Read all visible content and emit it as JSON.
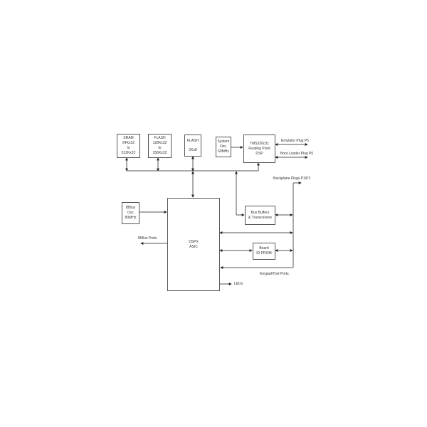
{
  "diagram": {
    "blocks": {
      "sram": {
        "lines": [
          "SRAM",
          "64Kx32",
          "to",
          "512Kx32"
        ]
      },
      "flash1": {
        "lines": [
          "FLASH",
          "128Kx32",
          "to",
          "256Kx32"
        ]
      },
      "flash2": {
        "lines": [
          "FLASH",
          "",
          "2Kx8"
        ]
      },
      "sysosc": {
        "lines": [
          "System",
          "Osc.",
          "60MHz"
        ]
      },
      "dsp": {
        "lines": [
          "TMS320c31",
          "Floating Point",
          "DSP"
        ]
      },
      "ibbus_osc": {
        "lines": [
          "IBBus",
          "Osc",
          "80MHz"
        ]
      },
      "dspx": {
        "lines": [
          "DSPX",
          "ASIC"
        ]
      },
      "bus_buffers": {
        "lines": [
          "Bus Buffers",
          "& Transceivers"
        ]
      },
      "board_prom": {
        "lines": [
          "Board",
          "ID PROM"
        ]
      }
    },
    "labels": {
      "emulator": "Emulator Plug P5",
      "bootloader": "Boot Loader Plug P6",
      "backplane": "Backplane Plugs P1/P2",
      "ibbus_ports": "IBBus Ports",
      "keypad": "Keypad/Tool Ports",
      "leds": "LEDs"
    },
    "colors": {
      "line": "#555555",
      "text": "#333333"
    }
  }
}
